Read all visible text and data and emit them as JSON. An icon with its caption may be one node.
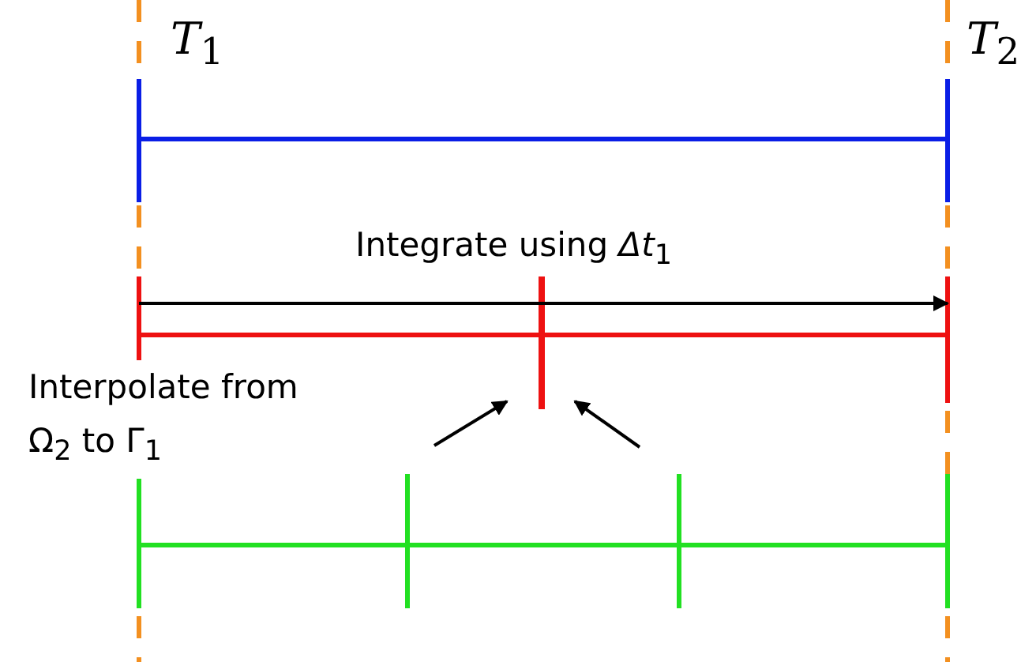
{
  "diagram": {
    "labels": [
      "*T*$_{1}$",
      "*T*$_{2}$",
      "Integrate using *Δt*$_{1}$",
      "Interpolate from Ω$_{2}$ to Γ$_{1}$"
    ]
  }
}
